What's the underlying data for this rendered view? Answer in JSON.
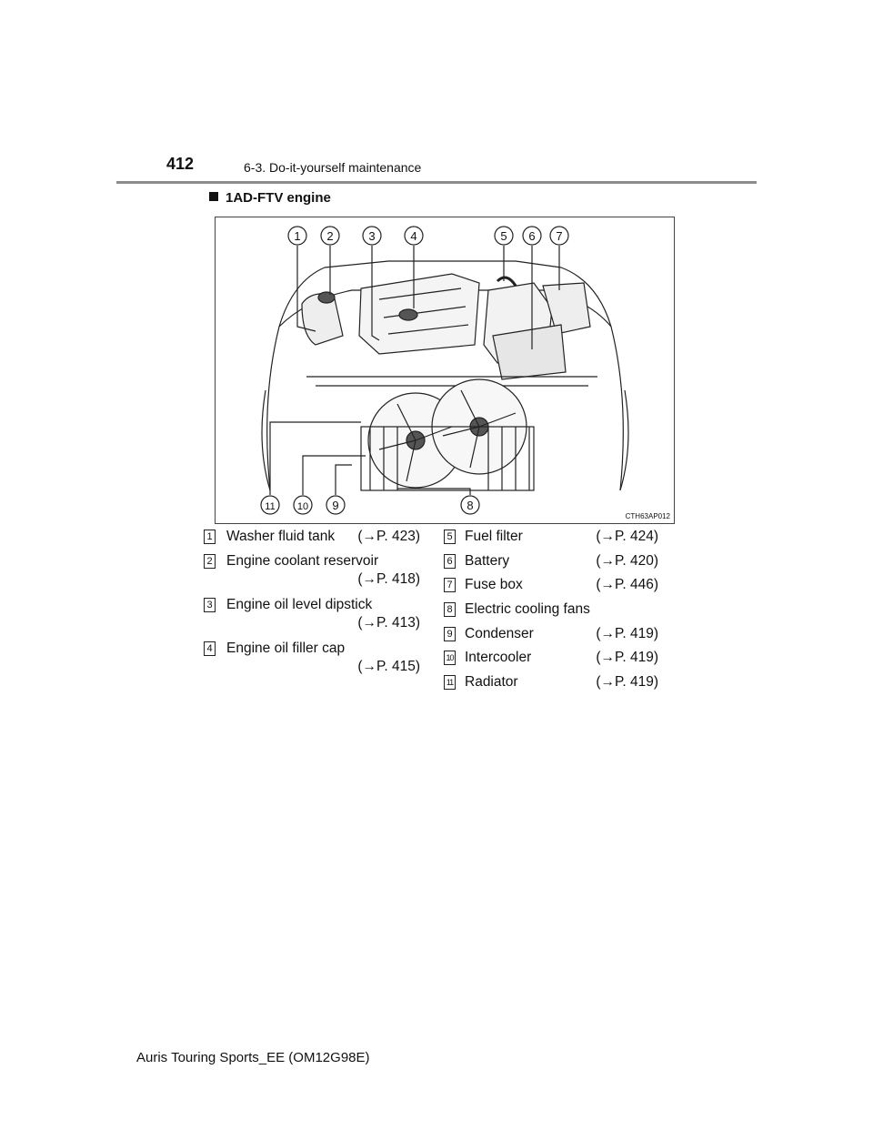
{
  "header": {
    "page_number": "412",
    "section": "6-3. Do-it-yourself maintenance"
  },
  "heading": "1AD-FTV engine",
  "figure": {
    "code": "CTH63AP012",
    "callouts": [
      "1",
      "2",
      "3",
      "4",
      "5",
      "6",
      "7",
      "8",
      "9",
      "10",
      "11"
    ]
  },
  "legend": {
    "left": [
      {
        "num": "1",
        "label": "Washer fluid tank",
        "ref": "(→P. 423)"
      },
      {
        "num": "2",
        "label": "Engine coolant reservoir",
        "ref": "(→P. 418)"
      },
      {
        "num": "3",
        "label": "Engine oil level dipstick",
        "ref": "(→P. 413)"
      },
      {
        "num": "4",
        "label": "Engine oil filler cap",
        "ref": "(→P. 415)"
      }
    ],
    "right": [
      {
        "num": "5",
        "label": "Fuel filter",
        "ref": "(→P. 424)"
      },
      {
        "num": "6",
        "label": "Battery",
        "ref": "(→P. 420)"
      },
      {
        "num": "7",
        "label": "Fuse box",
        "ref": "(→P. 446)"
      },
      {
        "num": "8",
        "label": "Electric cooling fans",
        "ref": ""
      },
      {
        "num": "9",
        "label": "Condenser",
        "ref": "(→P. 419)"
      },
      {
        "num": "10",
        "label": "Intercooler",
        "ref": "(→P. 419)"
      },
      {
        "num": "11",
        "label": "Radiator",
        "ref": "(→P. 419)"
      }
    ]
  },
  "footer": "Auris Touring Sports_EE (OM12G98E)"
}
